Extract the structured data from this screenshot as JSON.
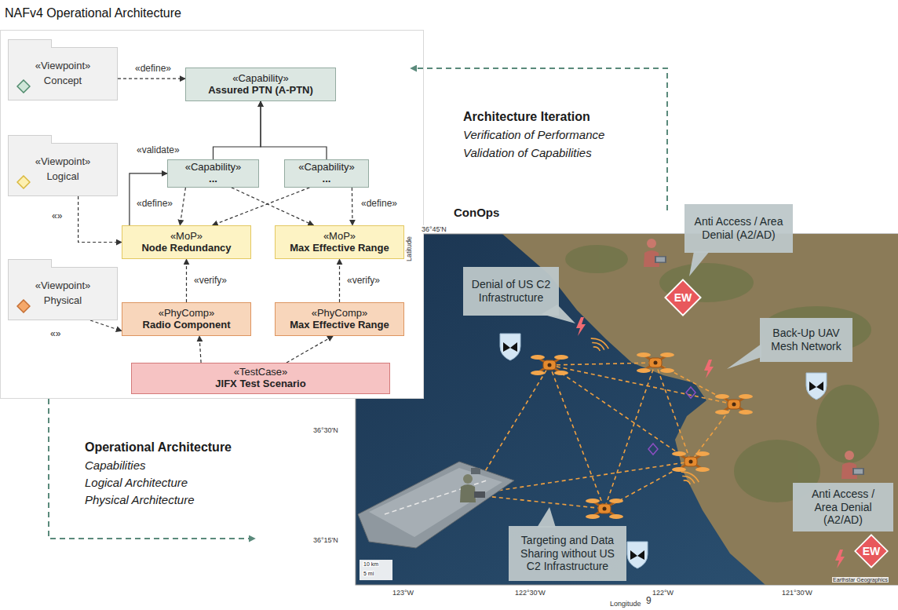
{
  "diagram": {
    "title": "NAFv4 Operational Architecture",
    "nodes": [
      {
        "text": [
          "«Viewpoint»",
          "Concept"
        ]
      },
      {
        "text": [
          "«Capability»",
          "Assured PTN (A-PTN)"
        ]
      },
      {
        "text": [
          "«Viewpoint»",
          "Logical"
        ]
      },
      {
        "text": [
          "«Capability»",
          "..."
        ]
      },
      {
        "text": [
          "«Capability»",
          "..."
        ]
      },
      {
        "text": [
          "«Viewpoint»",
          "Physical"
        ]
      },
      {
        "text": [
          "«MoP»",
          "Node Redundancy"
        ]
      },
      {
        "text": [
          "«MoP»",
          "Max Effective Range"
        ]
      },
      {
        "text": [
          "«PhyComp»",
          "Radio Component"
        ]
      },
      {
        "text": [
          "«PhyComp»",
          "Max Effective Range"
        ]
      },
      {
        "text": [
          "«TestCase»",
          "JIFX Test Scenario"
        ]
      },
      {
        "text": [
          "Anti Access / Area Denial (A2/AD)"
        ]
      },
      {
        "text": [
          "Denial of US C2 Infrastructure"
        ]
      },
      {
        "text": [
          "EW"
        ]
      },
      {
        "text": [
          "Back-Up UAV Mesh Network"
        ]
      },
      {
        "text": [
          "Anti Access / Area Denial (A2/AD)"
        ]
      },
      {
        "text": [
          "Targeting and Data Sharing without US C2 Infrastructure"
        ]
      },
      {
        "text": [
          "EW"
        ]
      }
    ],
    "edges": [
      {
        "from": 0,
        "to": 1,
        "label": "«define»",
        "arrow": "to"
      },
      {
        "from": 3,
        "to": 1,
        "arrow": "to"
      },
      {
        "from": 4,
        "to": 1,
        "arrow": "to"
      },
      {
        "from": 6,
        "to": 3,
        "label": "«validate»",
        "arrow": "to"
      },
      {
        "from": 2,
        "to": 6,
        "label": "«»",
        "arrow": "to"
      },
      {
        "from": 3,
        "to": 6,
        "label": "«define»",
        "arrow": "to"
      },
      {
        "from": 3,
        "to": 7,
        "arrow": "to"
      },
      {
        "from": 4,
        "to": 6,
        "arrow": "to"
      },
      {
        "from": 4,
        "to": 7,
        "label": "«define»",
        "arrow": "to"
      },
      {
        "from": 8,
        "to": 6,
        "label": "«verify»",
        "arrow": "to"
      },
      {
        "from": 9,
        "to": 7,
        "label": "«verify»",
        "arrow": "to"
      },
      {
        "from": 5,
        "to": 8,
        "label": "«»",
        "arrow": "to"
      },
      {
        "from": 10,
        "to": 8,
        "arrow": "to"
      },
      {
        "from": 10,
        "to": 9,
        "arrow": "to"
      }
    ],
    "labels": [
      "ConOps",
      "Architecture Iteration",
      "Verification of Performance",
      "Validation of Capabilities",
      "Operational Architecture",
      "Capabilities",
      "Logical Architecture",
      "Physical Architecture",
      "Latitude",
      "36°45'N",
      "36°30'N",
      "36°15'N",
      "123°W",
      "122°30'W",
      "122°W",
      "121°30'W",
      "Longitude",
      "9",
      "Earthstar Geographics",
      "10 km",
      "5 mi"
    ]
  }
}
